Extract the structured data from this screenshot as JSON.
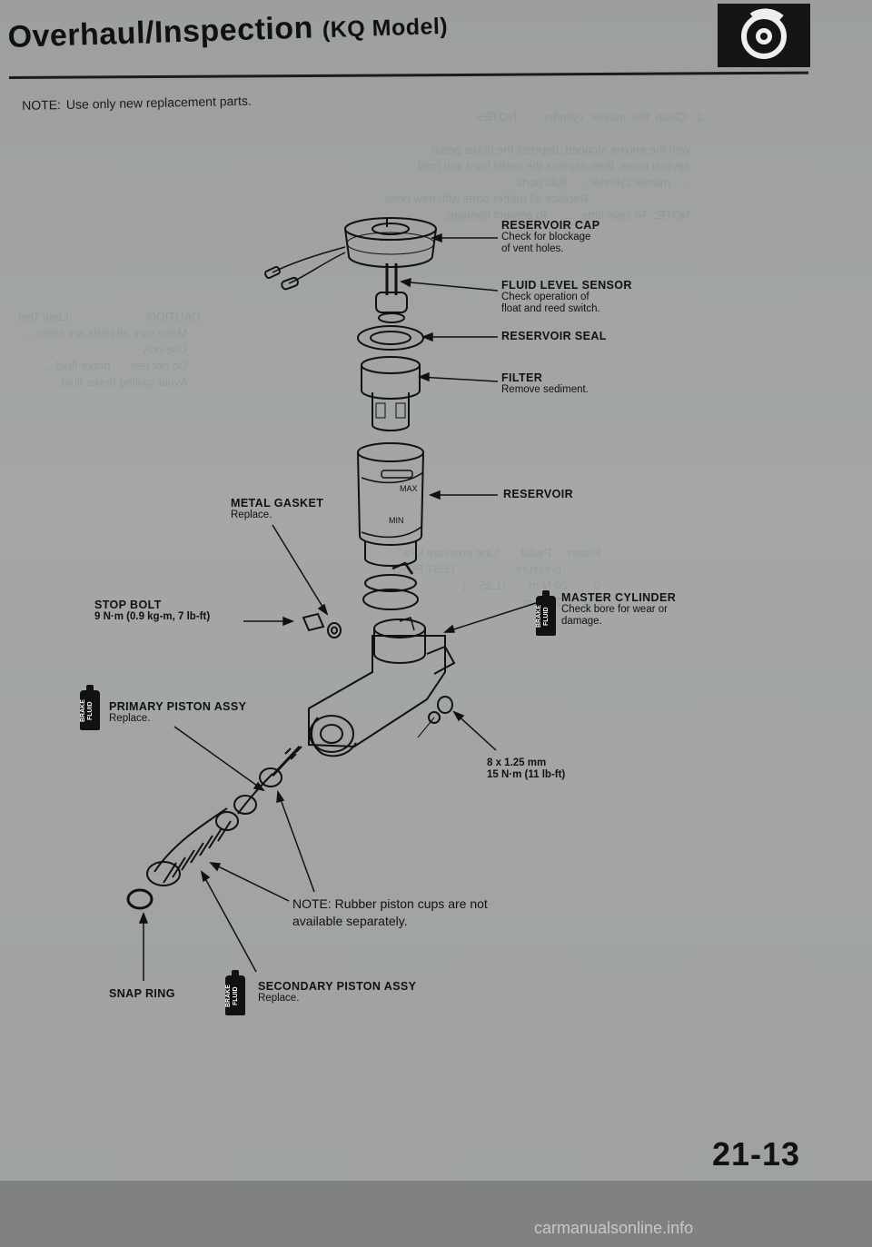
{
  "header": {
    "title": "Overhaul/Inspection",
    "model": "(KQ Model)"
  },
  "note_top": {
    "label": "NOTE:",
    "text": "Use only new replacement parts."
  },
  "callouts": {
    "reservoir_cap": {
      "title": "RESERVOIR CAP",
      "line1": "Check for blockage",
      "line2": "of vent holes."
    },
    "fluid_level_sensor": {
      "title": "FLUID LEVEL SENSOR",
      "line1": "Check operation of",
      "line2": "float and reed switch."
    },
    "reservoir_seal": {
      "title": "RESERVOIR SEAL"
    },
    "filter": {
      "title": "FILTER",
      "line1": "Remove sediment."
    },
    "metal_gasket": {
      "title": "METAL GASKET",
      "line1": "Replace."
    },
    "reservoir": {
      "title": "RESERVOIR"
    },
    "stop_bolt": {
      "title": "STOP BOLT",
      "line1": "9 N·m (0.9 kg-m, 7 lb-ft)"
    },
    "master_cylinder": {
      "title": "MASTER CYLINDER",
      "line1": "Check bore for wear or",
      "line2": "damage."
    },
    "primary_piston": {
      "title": "PRIMARY PISTON ASSY",
      "line1": "Replace."
    },
    "bolt_spec": {
      "line1": "8 x 1.25 mm",
      "line2": "15 N·m (11 lb-ft)"
    },
    "note_cups": {
      "label": "NOTE:",
      "line1": "Rubber piston cups are not",
      "line2": "available separately."
    },
    "snap_ring": {
      "title": "SNAP RING"
    },
    "secondary_piston": {
      "title": "SECONDARY PISTON ASSY",
      "line1": "Replace."
    }
  },
  "badges": {
    "text": "BRAKE FLUID"
  },
  "diagram_text": {
    "max": "MAX",
    "min": "MIN"
  },
  "page_number": "21-13",
  "watermark": "carmanualsonline.info"
}
